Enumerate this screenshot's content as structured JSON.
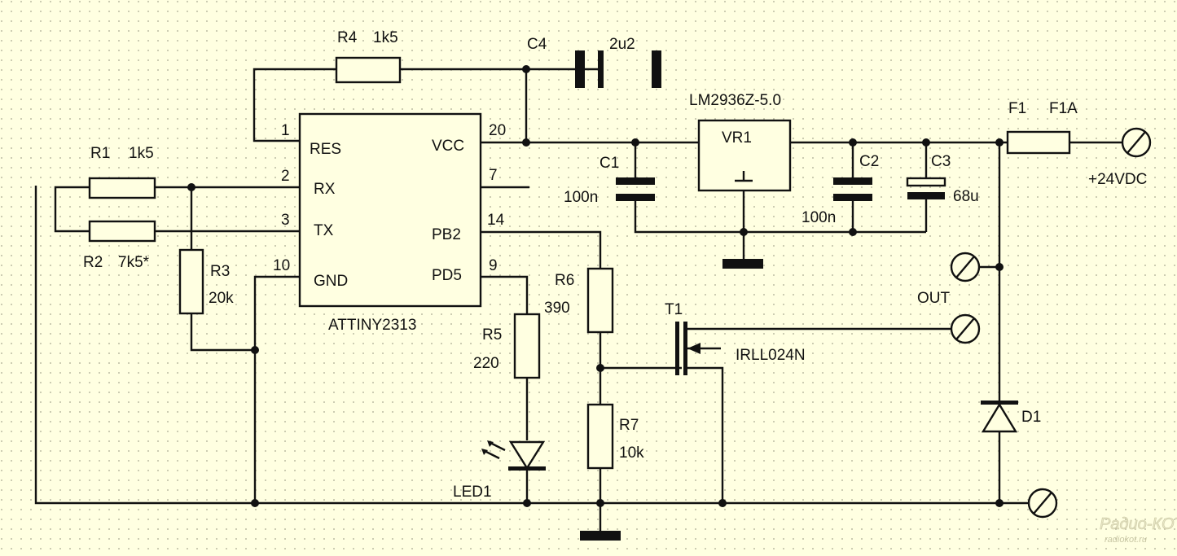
{
  "ic": {
    "ref": "ATTINY2313",
    "pins": [
      {
        "num": "1",
        "name": "RES"
      },
      {
        "num": "2",
        "name": "RX"
      },
      {
        "num": "3",
        "name": "TX"
      },
      {
        "num": "10",
        "name": "GND"
      },
      {
        "num": "20",
        "name": "VCC"
      },
      {
        "num": "7",
        "name": ""
      },
      {
        "num": "14",
        "name": "PB2"
      },
      {
        "num": "9",
        "name": "PD5"
      }
    ]
  },
  "resistors": [
    {
      "ref": "R1",
      "value": "1k5"
    },
    {
      "ref": "R2",
      "value": "7k5*"
    },
    {
      "ref": "R3",
      "value": "20k"
    },
    {
      "ref": "R4",
      "value": "1k5"
    },
    {
      "ref": "R5",
      "value": "220"
    },
    {
      "ref": "R6",
      "value": "390"
    },
    {
      "ref": "R7",
      "value": "10k"
    }
  ],
  "capacitors": [
    {
      "ref": "C1",
      "value": "100n"
    },
    {
      "ref": "C2",
      "value": "100n"
    },
    {
      "ref": "C3",
      "value": "68u"
    },
    {
      "ref": "C4",
      "value": "2u2"
    }
  ],
  "regulator": {
    "ref": "VR1",
    "part": "LM2936Z-5.0"
  },
  "fuse": {
    "ref": "F1",
    "value": "F1A"
  },
  "transistor": {
    "ref": "T1",
    "part": "IRLL024N"
  },
  "diode": {
    "ref": "D1"
  },
  "led": {
    "ref": "LED1"
  },
  "terminals": {
    "supply": "+24VDC",
    "out": "OUT"
  },
  "watermark": {
    "logo": "Радио-КОТ",
    "site": "radiokot.ru"
  }
}
